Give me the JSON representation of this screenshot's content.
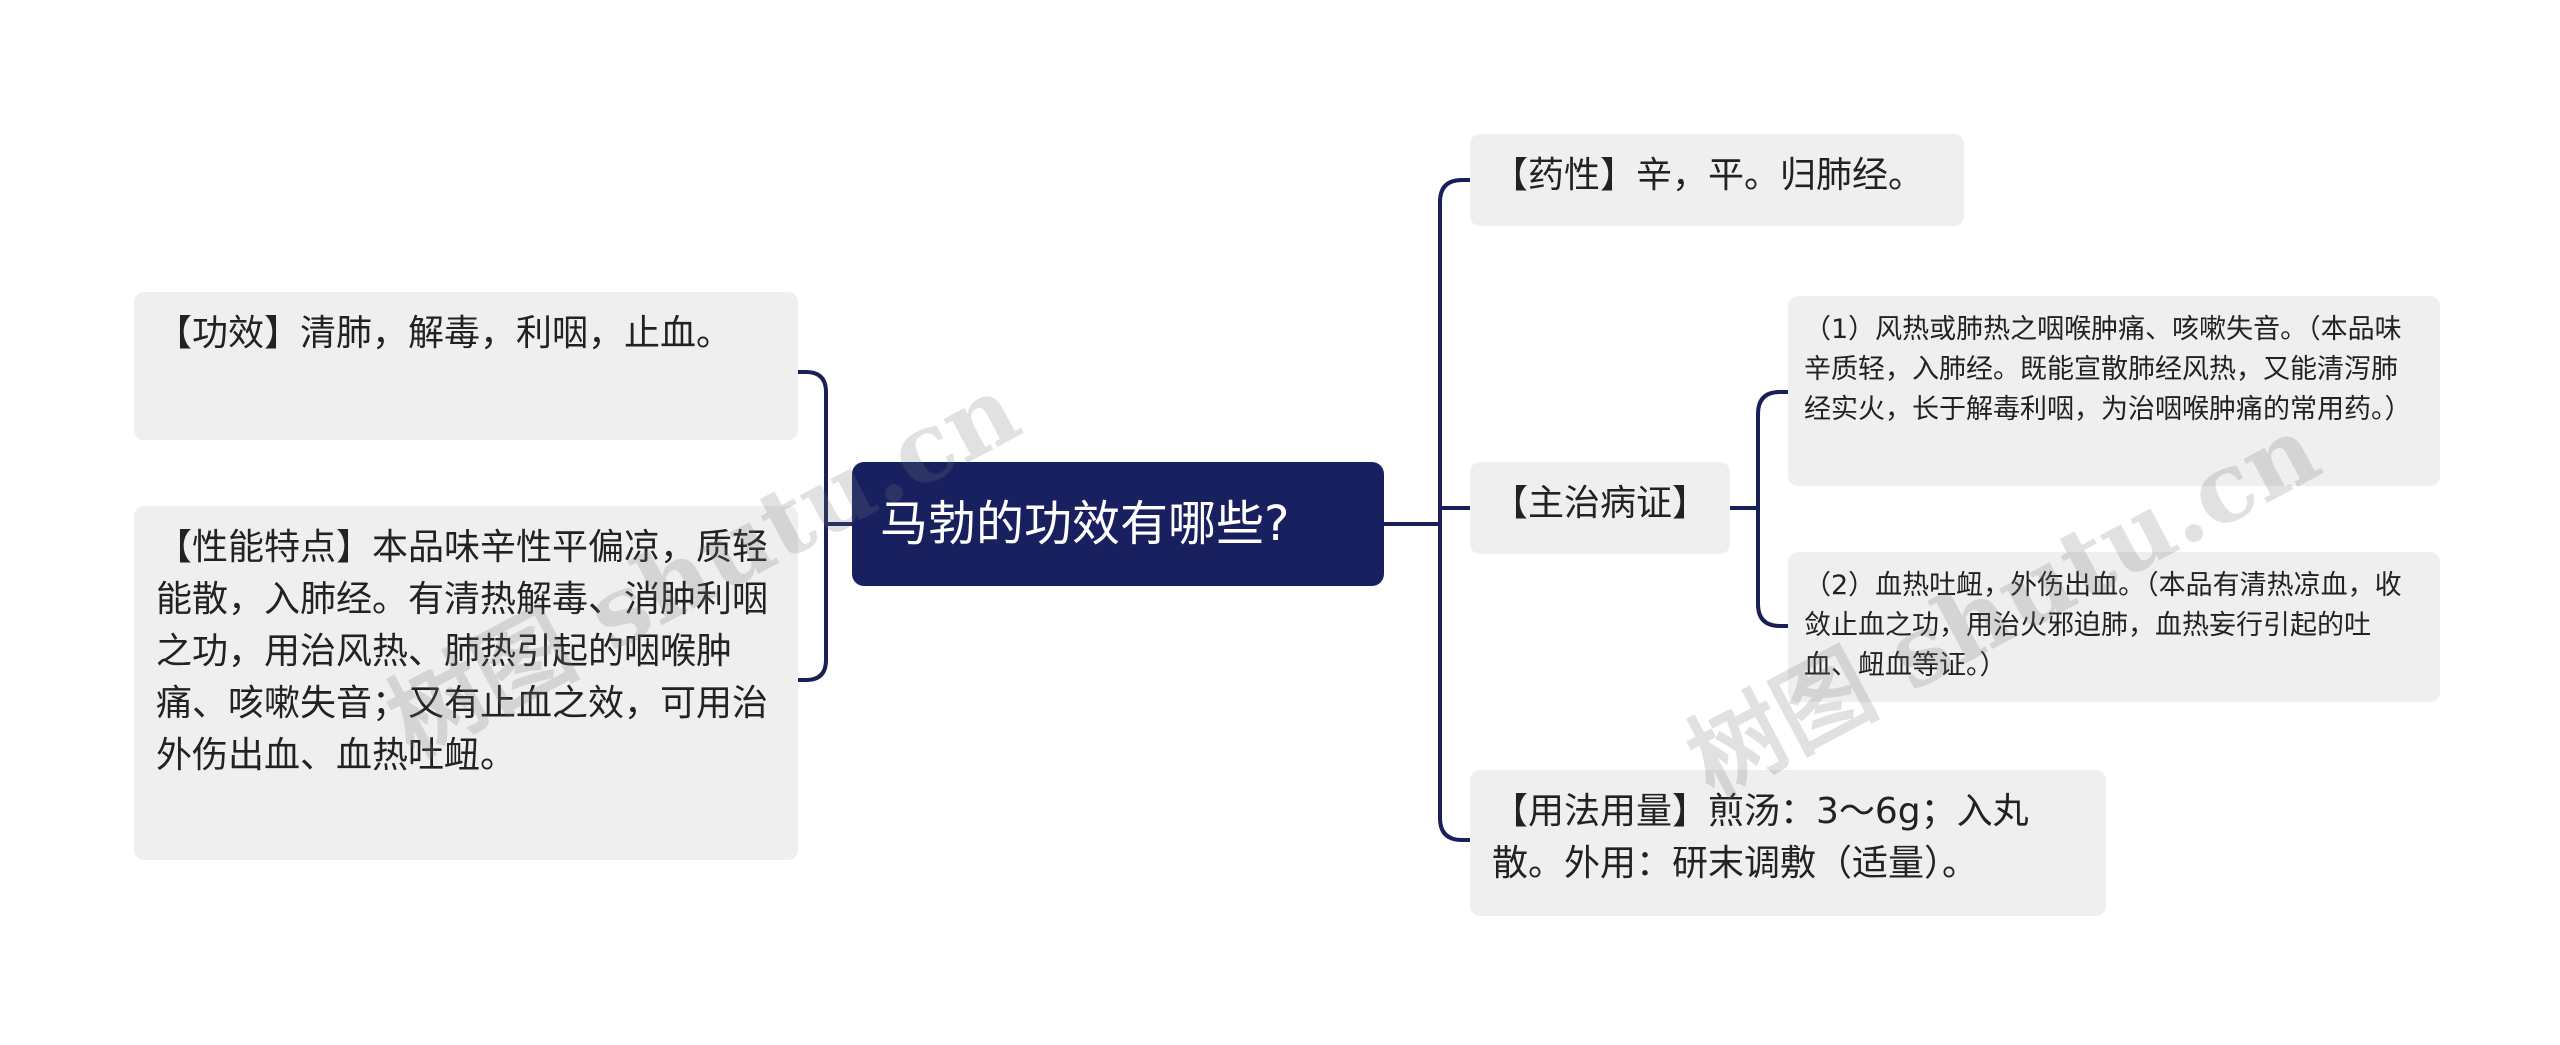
{
  "root": {
    "label": "马勃的功效有哪些?"
  },
  "left_nodes": [
    {
      "text": "【功效】清肺，解毒，利咽，止血。"
    },
    {
      "text": "【性能特点】本品味辛性平偏凉，质轻能散，入肺经。有清热解毒、消肿利咽之功，用治风热、肺热引起的咽喉肿痛、咳嗽失音；又有止血之效，可用治外伤出血、血热吐衄。"
    }
  ],
  "right_nodes": {
    "yaoxing": "【药性】辛，平。归肺经。",
    "zhuzhi": "【主治病证】",
    "zhuzhi_children": [
      {
        "text": "（1）风热或肺热之咽喉肿痛、咳嗽失音。（本品味辛质轻，入肺经。既能宣散肺经风热，又能清泻肺经实火，长于解毒利咽，为治咽喉肿痛的常用药。）"
      },
      {
        "text": "（2）血热吐衄，外伤出血。（本品有清热凉血，收敛止血之功，用治火邪迫肺，血热妄行引起的吐血、衄血等证。）"
      }
    ],
    "yongfa": "【用法用量】煎汤：3～6g；入丸散。外用：研末调敷（适量）。"
  },
  "watermarks": [
    {
      "text": "树图 shutu.cn"
    },
    {
      "text": "树图 shutu.cn"
    }
  ],
  "colors": {
    "root_bg": "#182060",
    "root_text": "#ffffff",
    "node_bg": "#efefef",
    "connector": "#1a2057"
  }
}
